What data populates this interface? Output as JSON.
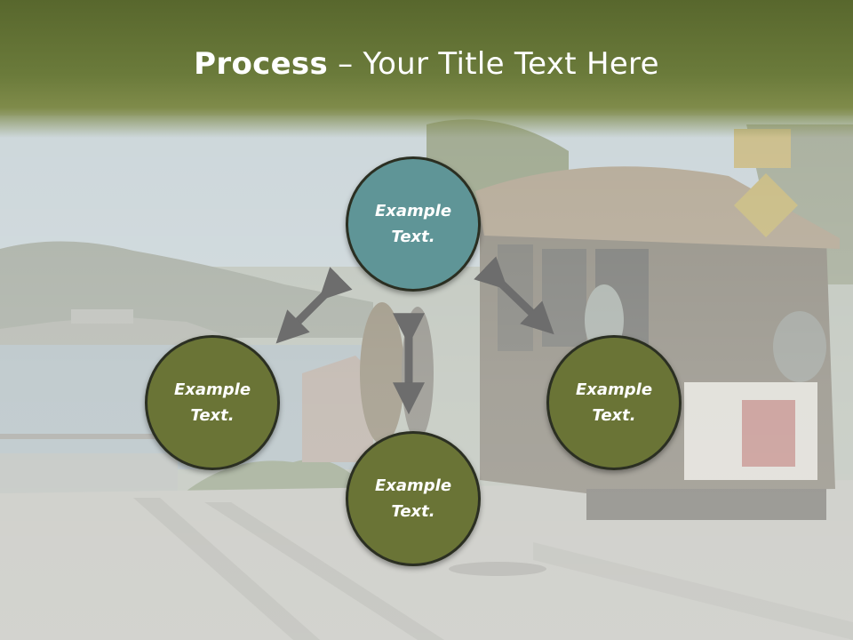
{
  "title": {
    "bold": "Process",
    "rest": " – Your Title Text Here"
  },
  "nodes": [
    {
      "line1": "Example",
      "line2": "Text.",
      "color": "#5f9597"
    },
    {
      "line1": "Example",
      "line2": "Text.",
      "color": "#6a7436"
    },
    {
      "line1": "Example",
      "line2": "Text.",
      "color": "#6a7436"
    },
    {
      "line1": "Example",
      "line2": "Text.",
      "color": "#6a7436"
    }
  ],
  "colors": {
    "header": "#6b7b3b",
    "arrow": "#6d6d6d",
    "circle_border": "#2b2f22"
  }
}
